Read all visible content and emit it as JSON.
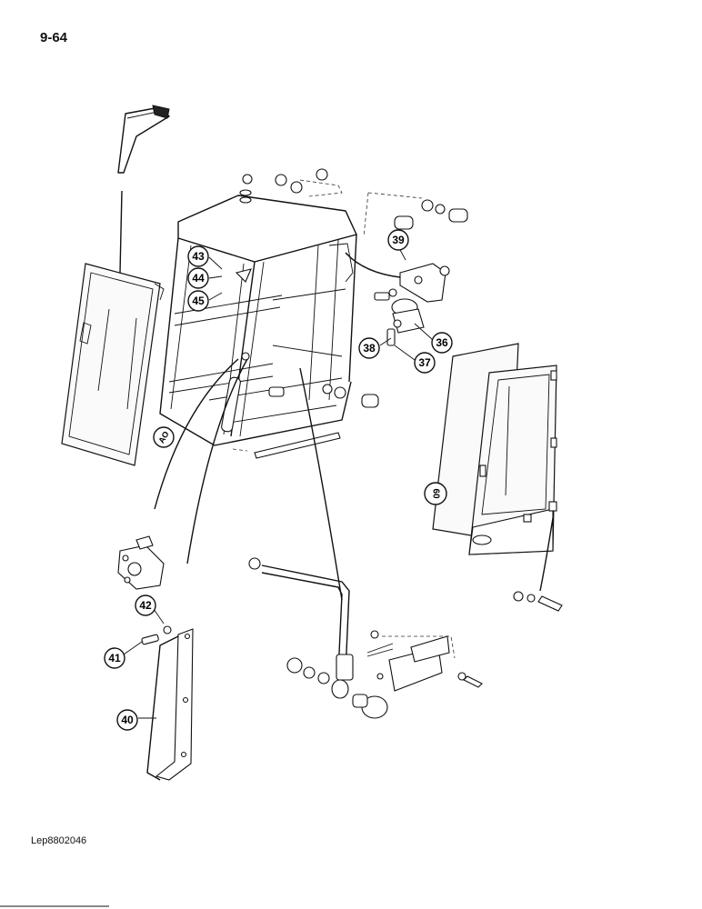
{
  "page": {
    "number": "9-64",
    "code": "Lep8802046"
  },
  "callouts": [
    {
      "id": "c43",
      "label": "43"
    },
    {
      "id": "c44",
      "label": "44"
    },
    {
      "id": "c45",
      "label": "45"
    },
    {
      "id": "c39",
      "label": "39"
    },
    {
      "id": "c36",
      "label": "36"
    },
    {
      "id": "c37",
      "label": "37"
    },
    {
      "id": "c38",
      "label": "38"
    },
    {
      "id": "c42",
      "label": "42"
    },
    {
      "id": "c41",
      "label": "41"
    },
    {
      "id": "c40",
      "label": "40"
    }
  ],
  "reference_marks": [
    {
      "id": "ref-left-window",
      "label": "AO"
    },
    {
      "id": "ref-right-door",
      "label": "60"
    }
  ]
}
